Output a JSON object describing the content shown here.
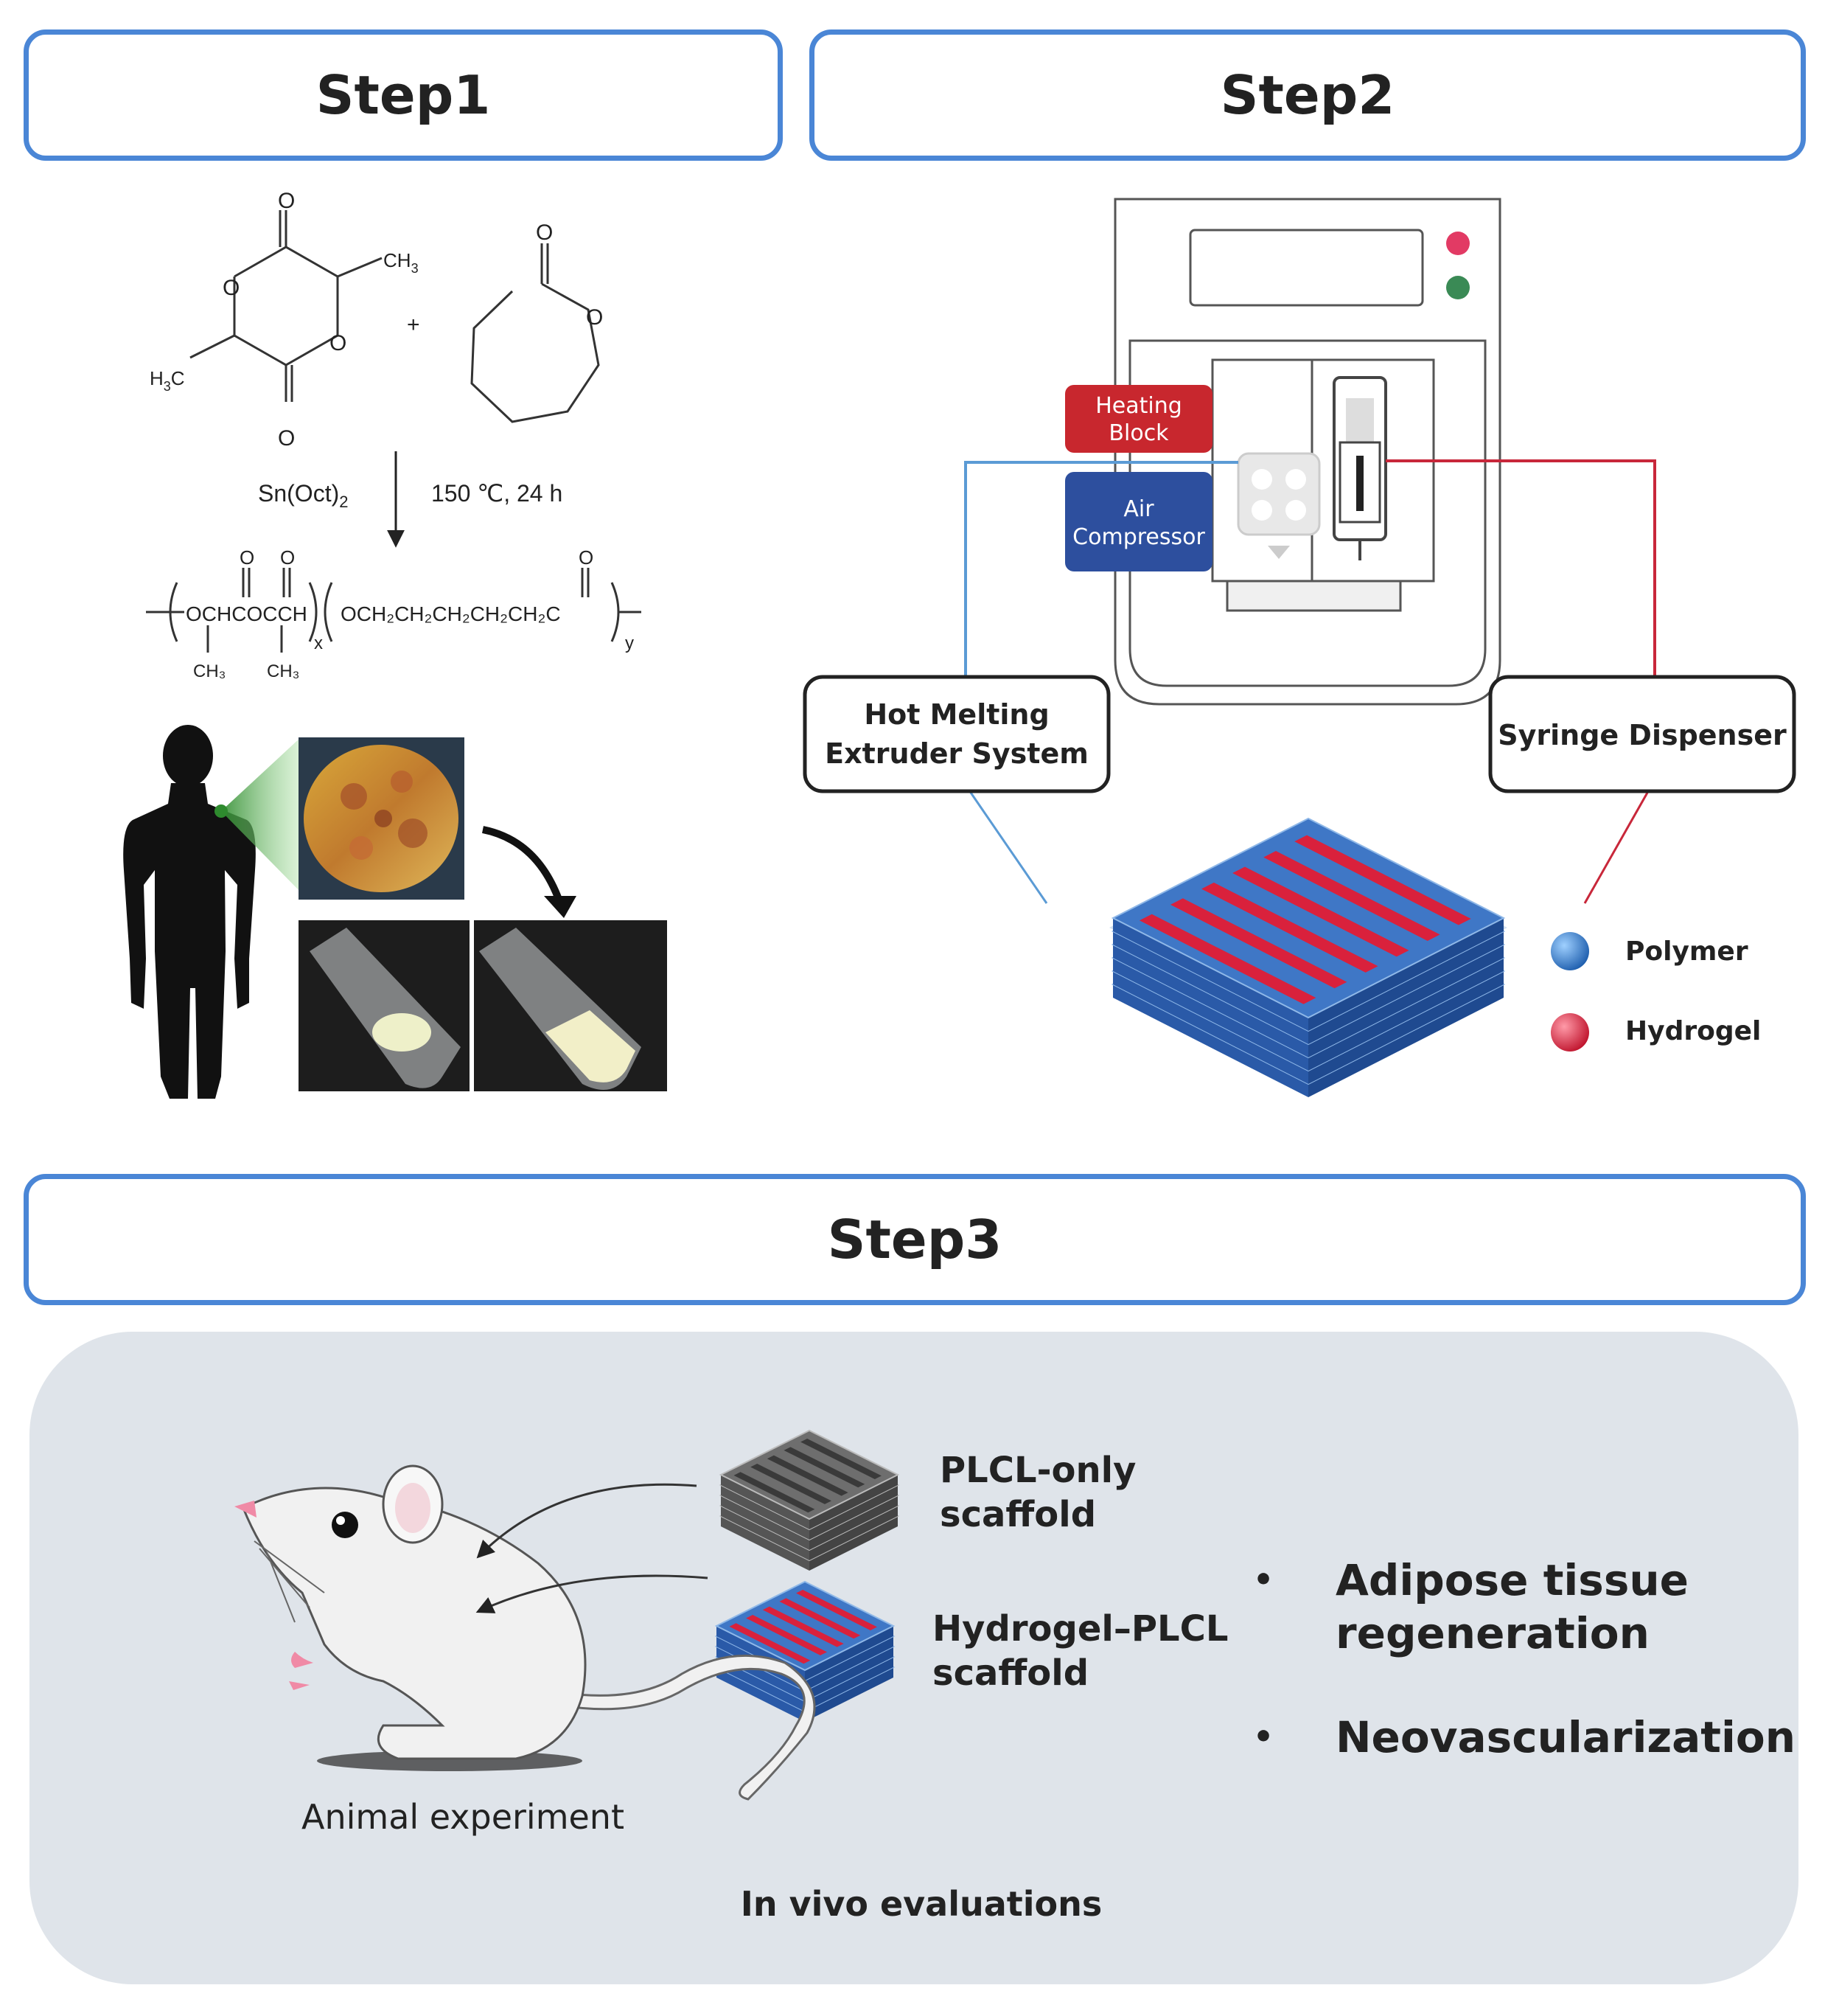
{
  "steps": {
    "step1": "Step1",
    "step2": "Step2",
    "step3": "Step3"
  },
  "step1": {
    "ch3_top": "CH",
    "ch3_top_sub": "3",
    "h3c_left": "H",
    "h3c_left_sub": "3",
    "h3c_left_c": "C",
    "ring_o": "O",
    "plus": "+",
    "catalyst": "Sn(Oct)",
    "catalyst_sub": "2",
    "conditions": "150 ℃, 24 h",
    "polymer_left": "OCHCOCCH",
    "polymer_right": "OCH₂CH₂CH₂CH₂CH₂C",
    "ch3_under_1": "CH₃",
    "ch3_under_2": "CH₃",
    "sub_x": "x",
    "sub_y": "y"
  },
  "step2": {
    "heating_block": [
      "Heating",
      "Block"
    ],
    "air_compressor": [
      "Air",
      "Compressor"
    ],
    "hot_melting": [
      "Hot Melting",
      "Extruder System"
    ],
    "syringe_dispenser": "Syringe Dispenser",
    "legend": [
      {
        "name": "Polymer",
        "color": "#2f6fc4"
      },
      {
        "name": "Hydrogel",
        "color": "#d9213c"
      }
    ]
  },
  "step3": {
    "plcl_only": [
      "PLCL-only",
      "scaffold"
    ],
    "hydrogel_plcl": [
      "Hydrogel–PLCL",
      "scaffold"
    ],
    "animal_experiment": "Animal experiment",
    "in_vivo": "In vivo evaluations",
    "outcomes": [
      "Adipose tissue",
      "regeneration",
      "Neovascularization"
    ],
    "bullet": "•"
  },
  "colors": {
    "step_border": "#4a86d6",
    "heating_block": "#c8272e",
    "air_compressor": "#2d4f9e",
    "extruder_line": "#5b9bd5",
    "dispenser_line": "#c8273a",
    "panel": "#dfe4ea"
  }
}
